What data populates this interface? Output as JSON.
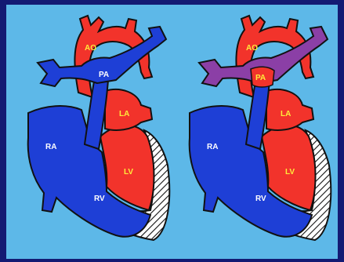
{
  "slide": {
    "frame_color": "#131a73",
    "background_color": "#5db8e8"
  },
  "colors": {
    "oxygenated": "#f2332b",
    "deoxygenated": "#1e3fd6",
    "mixed": "#8b3fa6",
    "outline": "#111111"
  },
  "diagrams": [
    {
      "labels": {
        "ao": "AO",
        "pa": "PA",
        "la": "LA",
        "ra": "RA",
        "lv": "LV",
        "rv": "RV"
      },
      "shunt_color_name": "blue"
    },
    {
      "labels": {
        "ao": "AO",
        "pa": "PA",
        "la": "LA",
        "ra": "RA",
        "lv": "LV",
        "rv": "RV"
      },
      "shunt_color_name": "purple"
    }
  ]
}
